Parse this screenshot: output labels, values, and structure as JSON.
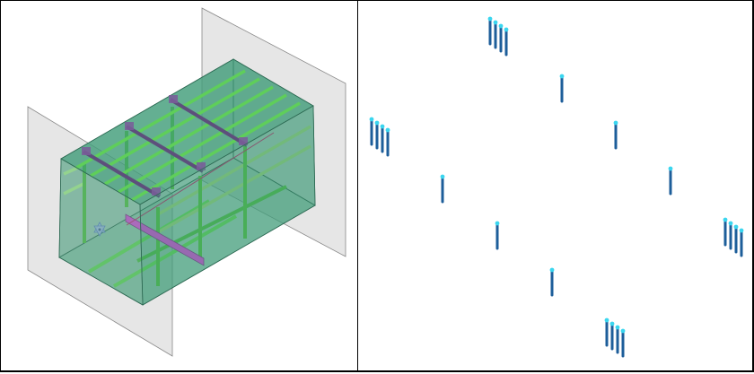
{
  "viewports": [
    {
      "name": "3d-model-view",
      "content": "ship-compartment-structure"
    },
    {
      "name": "column-plan-view",
      "content": "pillar-markers"
    }
  ],
  "colors": {
    "plane": "#e6e6e6",
    "hull": "#3f9c78",
    "stiffener": "#5fce5a",
    "bracket": "#7a5c9a",
    "highlight": "#c84fd0",
    "pin_body": "#1d5e9a",
    "pin_head": "#3ad6ef"
  }
}
